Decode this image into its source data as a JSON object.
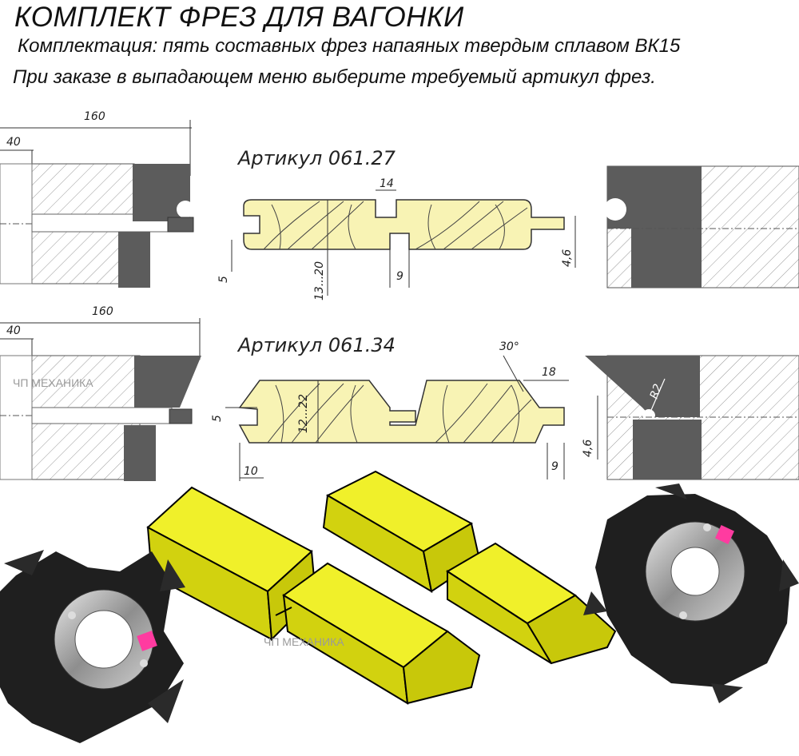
{
  "title": "КОМПЛЕКТ ФРЕЗ ДЛЯ ВАГОНКИ",
  "subtitle1": "Комплектация: пять составных фрез напаяных твердым сплавом ВК15",
  "subtitle2": "При заказе в выпадающем меню выберите требуемый артикул фрез.",
  "watermark": "ЧП МЕХАНИКА",
  "profile1": {
    "article": "Артикул 061.27",
    "dims": {
      "left_total": "160",
      "left_offset": "40",
      "groove_width": "14",
      "thickness": "13...20",
      "left_edge": "5",
      "tongue": "9",
      "right_edge": "4,6"
    }
  },
  "profile2": {
    "article": "Артикул 061.34",
    "dims": {
      "left_total": "160",
      "left_offset": "40",
      "angle": "30°",
      "bevel": "18",
      "thickness": "12...22",
      "left_edge": "5",
      "left_width": "10",
      "tongue": "9",
      "right_edge": "4,6",
      "radius": "R2"
    }
  },
  "colors": {
    "wood": "#f8f3b4",
    "cutter": "#5c5c5c",
    "model": "#e6e628"
  }
}
